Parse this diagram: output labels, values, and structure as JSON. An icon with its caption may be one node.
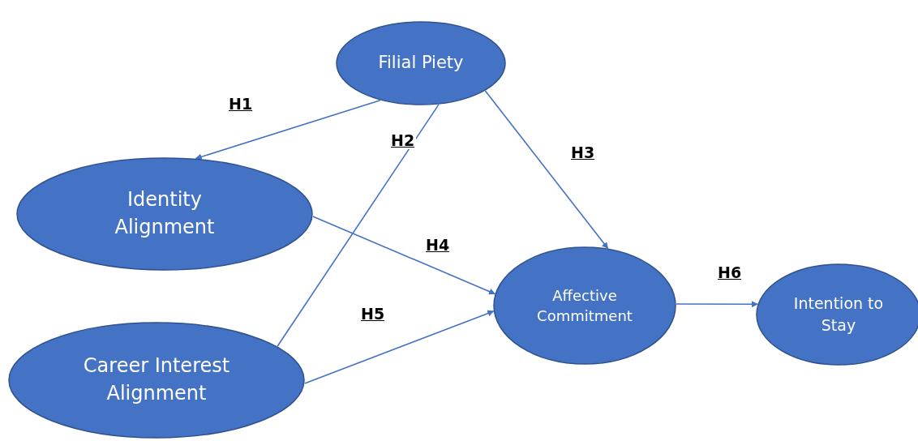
{
  "diagram": {
    "nodes": [
      {
        "text": [
          "Filial Piety"
        ]
      },
      {
        "text": [
          "Identity Alignment"
        ]
      },
      {
        "text": [
          "Affective Commitment"
        ]
      },
      {
        "text": [
          "Career Interest Alignment"
        ]
      },
      {
        "text": [
          "Intention to Stay"
        ]
      }
    ],
    "edges": [
      {
        "from": 0,
        "to": 1,
        "arrow": "to",
        "label": "H1"
      },
      {
        "from": 3,
        "to": 0,
        "arrow": "none",
        "label": "H2"
      },
      {
        "from": 0,
        "to": 2,
        "arrow": "to",
        "label": "H3"
      },
      {
        "from": 1,
        "to": 2,
        "arrow": "to",
        "label": "H4"
      },
      {
        "from": 3,
        "to": 2,
        "arrow": "to",
        "label": "H5"
      },
      {
        "from": 2,
        "to": 4,
        "arrow": "to",
        "label": "H6"
      }
    ]
  }
}
